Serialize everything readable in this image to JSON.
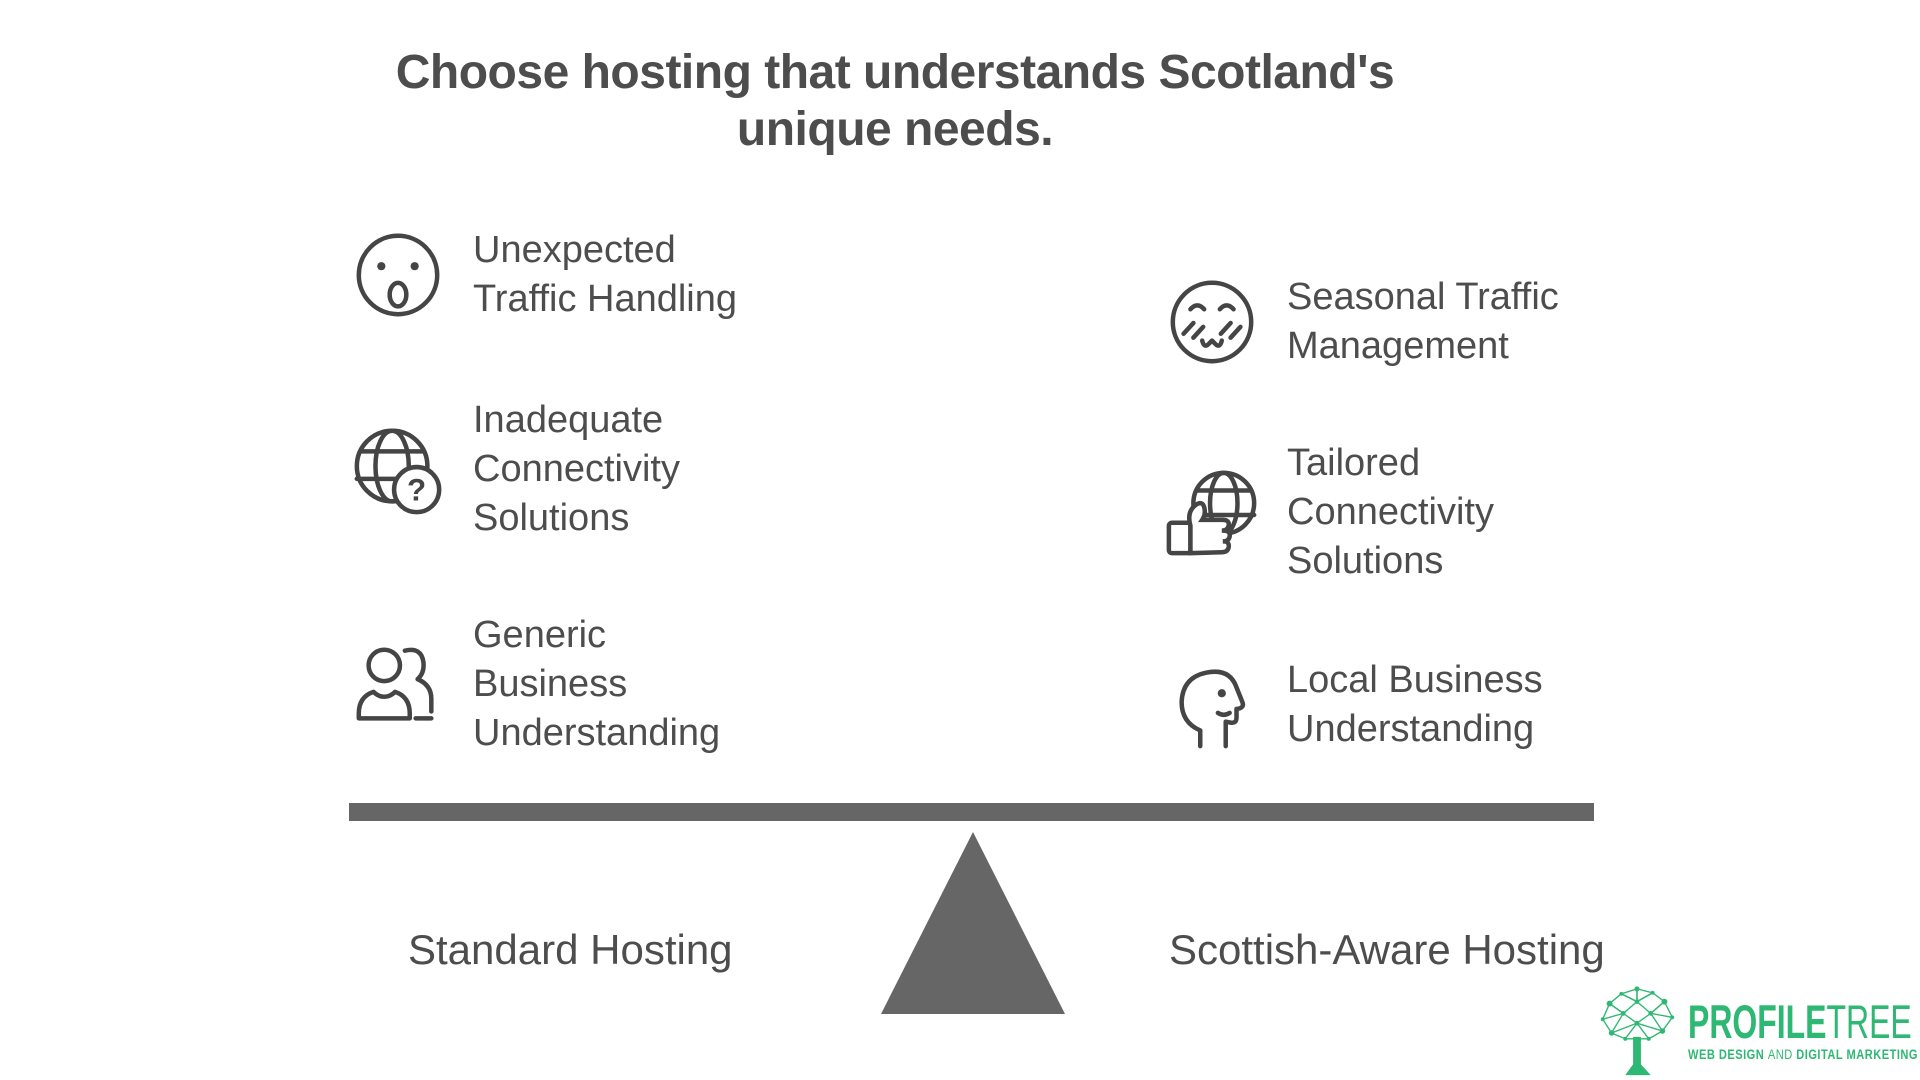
{
  "title": {
    "line1": "Choose hosting that understands Scotland's",
    "line2": "unique needs."
  },
  "columns": {
    "left": {
      "scale_label": "Standard Hosting",
      "items": [
        {
          "icon": "surprised-face-icon",
          "lines": [
            "Unexpected",
            "Traffic Handling"
          ]
        },
        {
          "icon": "globe-question-icon",
          "lines": [
            "Inadequate",
            "Connectivity",
            "Solutions"
          ]
        },
        {
          "icon": "two-users-icon",
          "lines": [
            "Generic",
            "Business",
            "Understanding"
          ]
        }
      ]
    },
    "right": {
      "scale_label": "Scottish-Aware Hosting",
      "items": [
        {
          "icon": "relieved-face-icon",
          "lines": [
            "Seasonal Traffic",
            "Management"
          ]
        },
        {
          "icon": "thumbs-up-globe-icon",
          "lines": [
            "Tailored",
            "Connectivity",
            "Solutions"
          ]
        },
        {
          "icon": "head-profile-icon",
          "lines": [
            "Local Business",
            "Understanding"
          ]
        }
      ]
    }
  },
  "logo": {
    "brand_primary": "PROFILE",
    "brand_secondary": "TREE",
    "tagline_part1": "WEB DESIGN ",
    "tagline_and": "AND",
    "tagline_part2": " DIGITAL MARKETING"
  },
  "colors": {
    "text_dark": "#4a4a4a",
    "beam_gray": "#666666",
    "brand_green": "#2eb873"
  }
}
